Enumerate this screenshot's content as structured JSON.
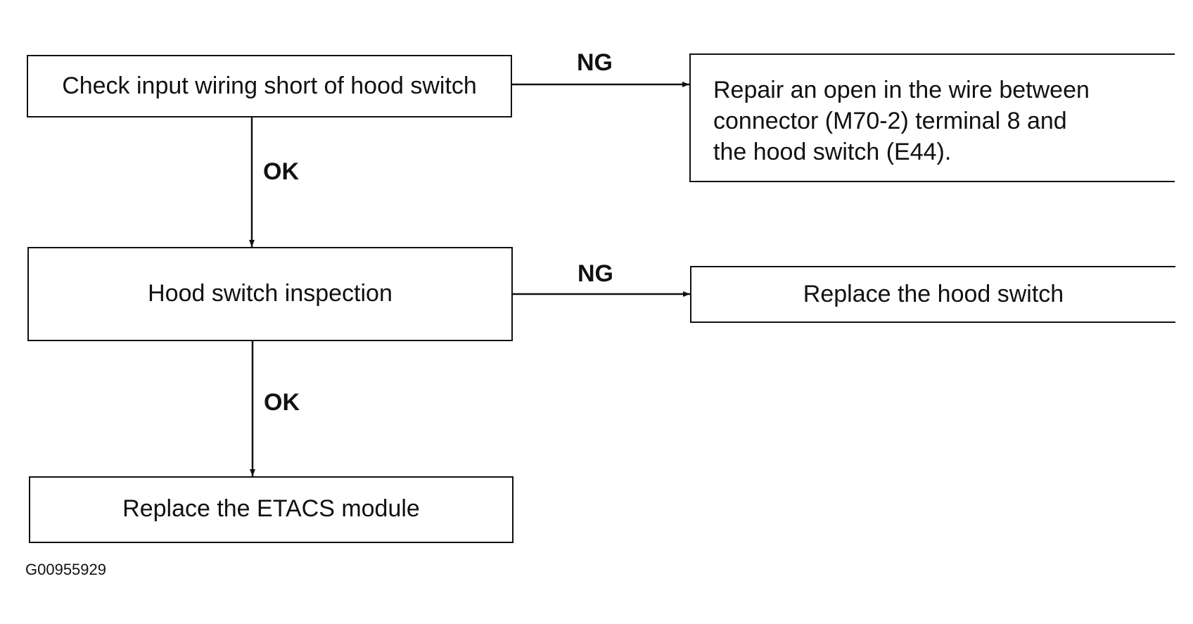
{
  "steps": {
    "check_wiring": "Check input wiring short of hood switch",
    "hood_inspection": "Hood switch inspection",
    "replace_etacs": "Replace the ETACS module"
  },
  "results": {
    "repair_open": {
      "line1": "Repair an open in the wire between",
      "line2": "connector (M70-2) terminal 8 and",
      "line3": "the hood switch (E44)."
    },
    "replace_hood_switch": "Replace the hood switch"
  },
  "labels": {
    "ng_1": "NG",
    "ok_1": "OK",
    "ng_2": "NG",
    "ok_2": "OK"
  },
  "figure_id": "G00955929"
}
